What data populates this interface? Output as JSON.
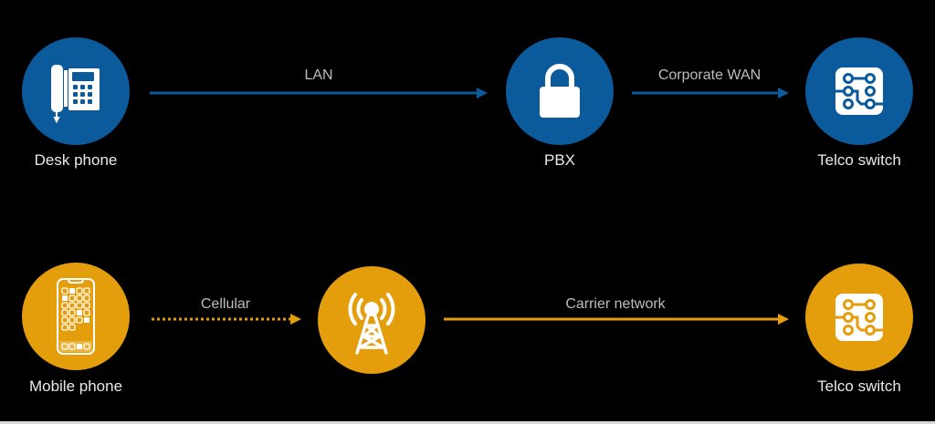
{
  "colors": {
    "corporate": "#0b5a9c",
    "mobile": "#e49e0c",
    "background": "#000000",
    "node_label": "#e9e9e9",
    "edge_label": "#bdbdbd"
  },
  "rows": {
    "corporate": {
      "nodes": [
        {
          "id": "desk-phone",
          "label": "Desk phone",
          "icon": "desk-phone-icon"
        },
        {
          "id": "pbx",
          "label": "PBX",
          "icon": "lock-icon"
        },
        {
          "id": "telco-switch",
          "label": "Telco switch",
          "icon": "circuit-switch-icon"
        }
      ],
      "edges": [
        {
          "from": "desk-phone",
          "to": "pbx",
          "label": "LAN",
          "style": "solid"
        },
        {
          "from": "pbx",
          "to": "telco-switch",
          "label": "Corporate WAN",
          "style": "solid"
        }
      ]
    },
    "mobile": {
      "nodes": [
        {
          "id": "mobile-phone",
          "label": "Mobile phone",
          "icon": "smartphone-icon"
        },
        {
          "id": "cell-tower",
          "label": "",
          "icon": "cell-tower-icon"
        },
        {
          "id": "telco-switch-2",
          "label": "Telco switch",
          "icon": "circuit-switch-icon"
        }
      ],
      "edges": [
        {
          "from": "mobile-phone",
          "to": "cell-tower",
          "label": "Cellular",
          "style": "dotted"
        },
        {
          "from": "cell-tower",
          "to": "telco-switch-2",
          "label": "Carrier network",
          "style": "solid"
        }
      ]
    }
  }
}
